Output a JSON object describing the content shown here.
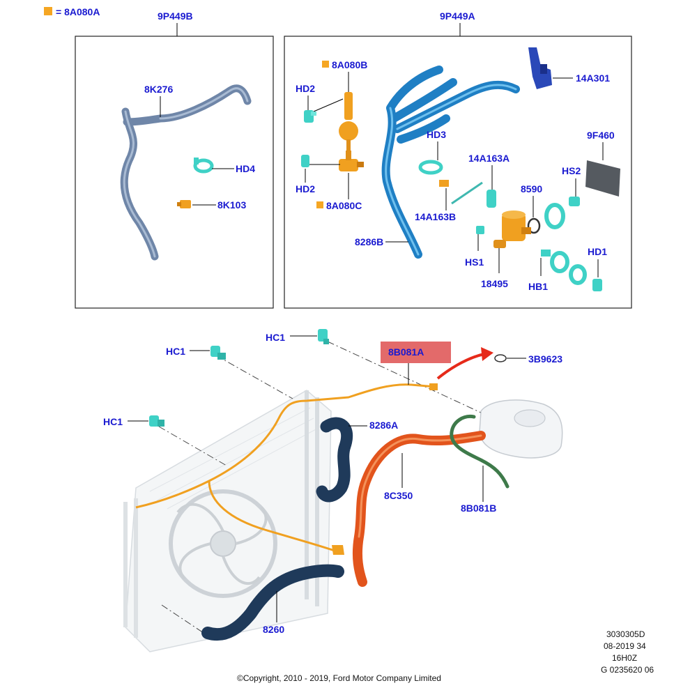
{
  "legend": {
    "swatch_color": "#f5a623",
    "text": "= 8A080A"
  },
  "colors": {
    "label_blue": "#1a1ad0",
    "hose_steel": "#6f86a8",
    "hose_blue": "#1f7fc4",
    "clamp_cyan": "#3fd1c6",
    "part_orange": "#f0a020",
    "hose_red": "#e2541c",
    "hose_green": "#3e7a4a",
    "hose_navy": "#1f3a5a",
    "highlight_red": "#e36a6a",
    "arrow_red": "#e62a1a"
  },
  "boxes": {
    "left_title": "9P449B",
    "right_title": "9P449A"
  },
  "labels": {
    "l_8K276": "8K276",
    "l_HD4": "HD4",
    "l_8K103": "8K103",
    "l_8A080B": "8A080B",
    "l_HD2_top": "HD2",
    "l_HD2_bottom": "HD2",
    "l_8A080C": "8A080C",
    "l_14A301": "14A301",
    "l_9F460": "9F460",
    "l_HD3": "HD3",
    "l_14A163A": "14A163A",
    "l_14A163B": "14A163B",
    "l_HS2": "HS2",
    "l_8590": "8590",
    "l_8286B": "8286B",
    "l_HS1": "HS1",
    "l_18495": "18495",
    "l_HB1": "HB1",
    "l_HD1": "HD1",
    "l_HC1_top": "HC1",
    "l_HC1_left": "HC1",
    "l_HC1_mid": "HC1",
    "l_8B081A": "8B081A",
    "l_3B9623": "3B9623",
    "l_8286A": "8286A",
    "l_8C350": "8C350",
    "l_8B081B": "8B081B",
    "l_8260": "8260"
  },
  "meta": {
    "line1": "3030305D",
    "line2": "08-2019 34",
    "line3": "16H0Z",
    "line4": "G 0235620 06"
  },
  "copyright": "©Copyright, 2010 - 2019, Ford Motor Company Limited"
}
